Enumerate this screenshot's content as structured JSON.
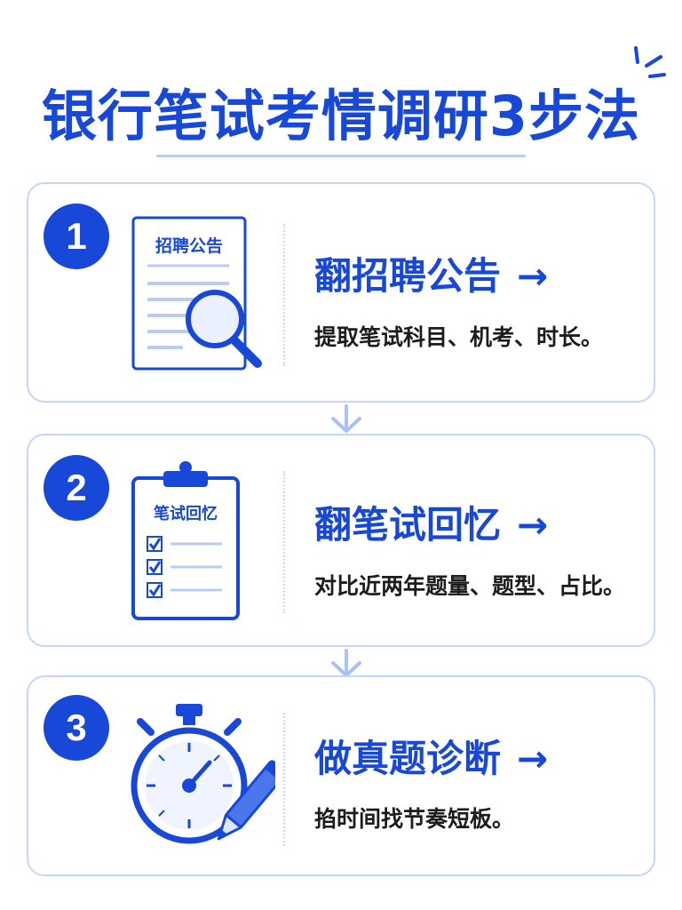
{
  "title": "银行笔试考情调研3步法",
  "colors": {
    "primary": "#1748d8",
    "light": "#c6d6f8",
    "text": "#1c1c1c"
  },
  "steps": [
    {
      "number": "1",
      "illustration_label": "招聘公告",
      "illustration_icon": "document-magnifier-icon",
      "heading": "翻招聘公告",
      "arrow": "→",
      "description": "提取笔试科目、机考、时长。"
    },
    {
      "number": "2",
      "illustration_label": "笔试回忆",
      "illustration_icon": "clipboard-checklist-icon",
      "heading": "翻笔试回忆",
      "arrow": "→",
      "description": "对比近两年题量、题型、占比。"
    },
    {
      "number": "3",
      "illustration_label": "",
      "illustration_icon": "stopwatch-pencil-icon",
      "heading": "做真题诊断",
      "arrow": "→",
      "description": "掐时间找节奏短板。"
    }
  ]
}
